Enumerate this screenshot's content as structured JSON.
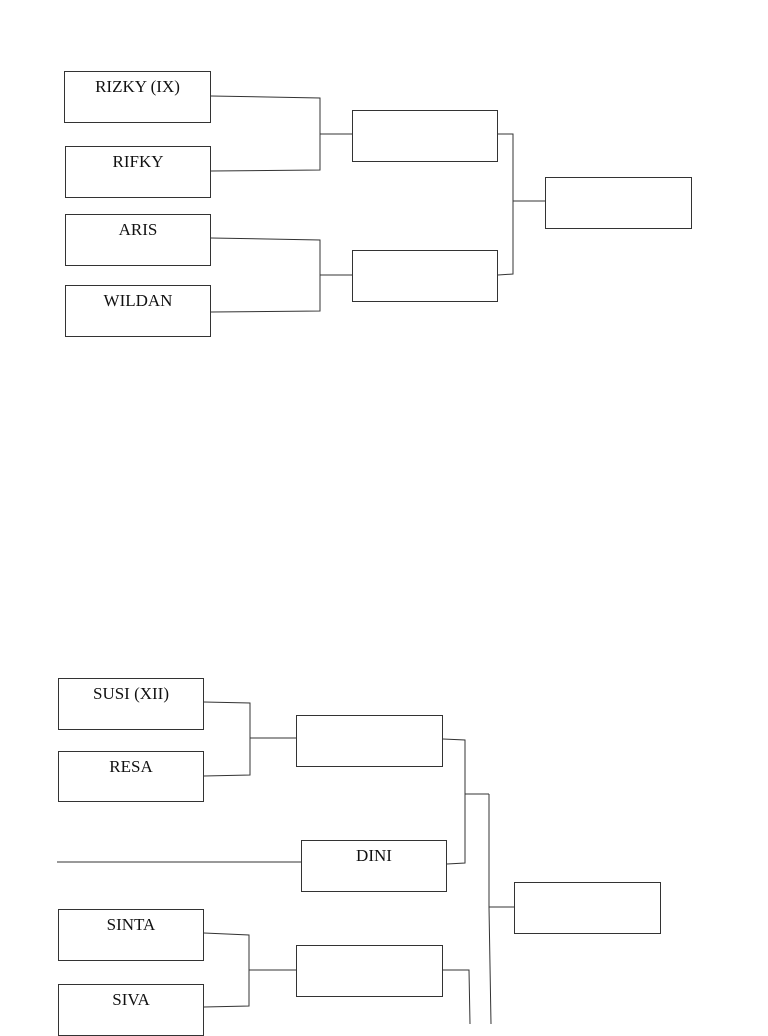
{
  "bracket_top": {
    "players": [
      "RIZKY (IX)",
      "RIFKY",
      "ARIS",
      "WILDAN"
    ],
    "semifinals": [
      "",
      ""
    ],
    "final": ""
  },
  "bracket_bottom": {
    "players": [
      "SUSI (XII)",
      "RESA",
      "DINI",
      "SINTA",
      "SIVA"
    ],
    "semifinals": [
      "",
      ""
    ],
    "final": ""
  },
  "colors": {
    "line": "#333333",
    "text": "#111111",
    "background": "#ffffff"
  }
}
